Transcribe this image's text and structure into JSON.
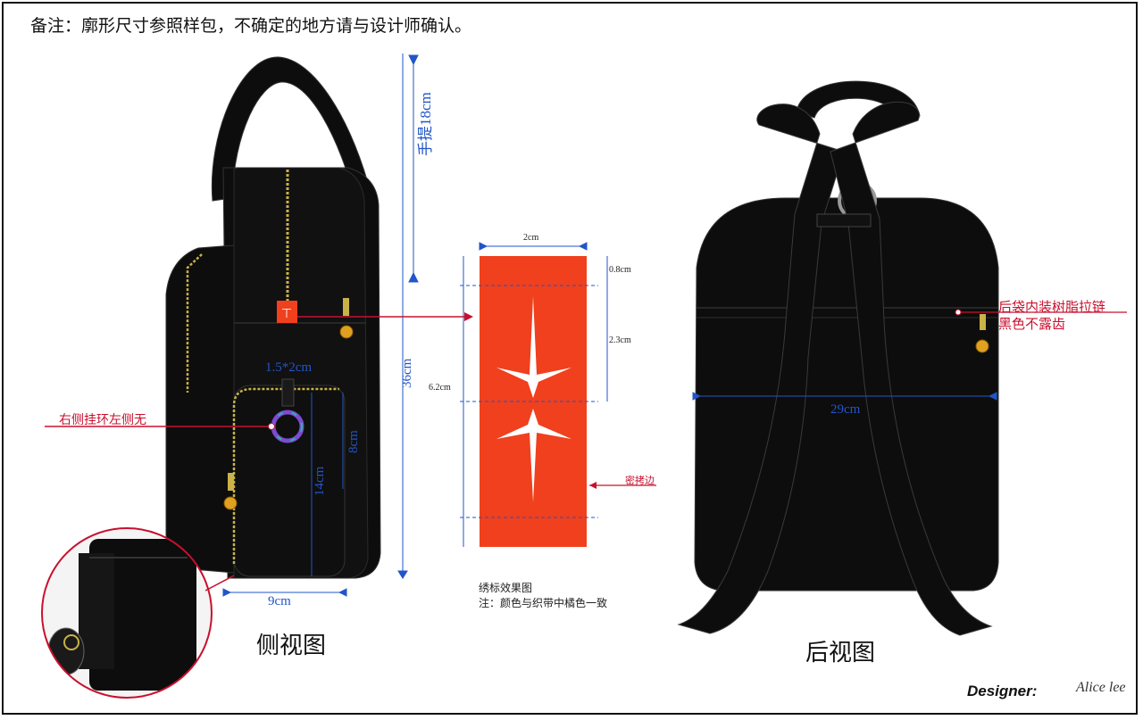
{
  "note": "备注：廓形尺寸参照样包，不确定的地方请与设计师确认。",
  "views": {
    "side_title": "侧视图",
    "back_title": "后视图"
  },
  "dimensions": {
    "handle": "手提18cm",
    "height": "36cm",
    "pocket_width": "9cm",
    "pocket_height": "14cm",
    "zip_len": "8cm",
    "tab": "1.5*2cm",
    "back_width": "29cm"
  },
  "label_dims": {
    "width": "2cm",
    "top": "0.8cm",
    "mid": "2.3cm",
    "total": "6.2cm"
  },
  "annotations": {
    "ring": "右侧挂环左侧无",
    "edge": "密拷边",
    "back_zip_1": "后袋内装树脂拉链",
    "back_zip_2": "黑色不露齿",
    "label_title": "绣标效果图",
    "label_note": "注：颜色与织带中橘色一致"
  },
  "designer": {
    "label": "Designer:",
    "signature": "Alice lee"
  },
  "colors": {
    "bag": "#0d0d0d",
    "label": "#f0401e",
    "dim": "#2255c8",
    "callout": "#c8102e",
    "zipper": "#c9b247"
  }
}
